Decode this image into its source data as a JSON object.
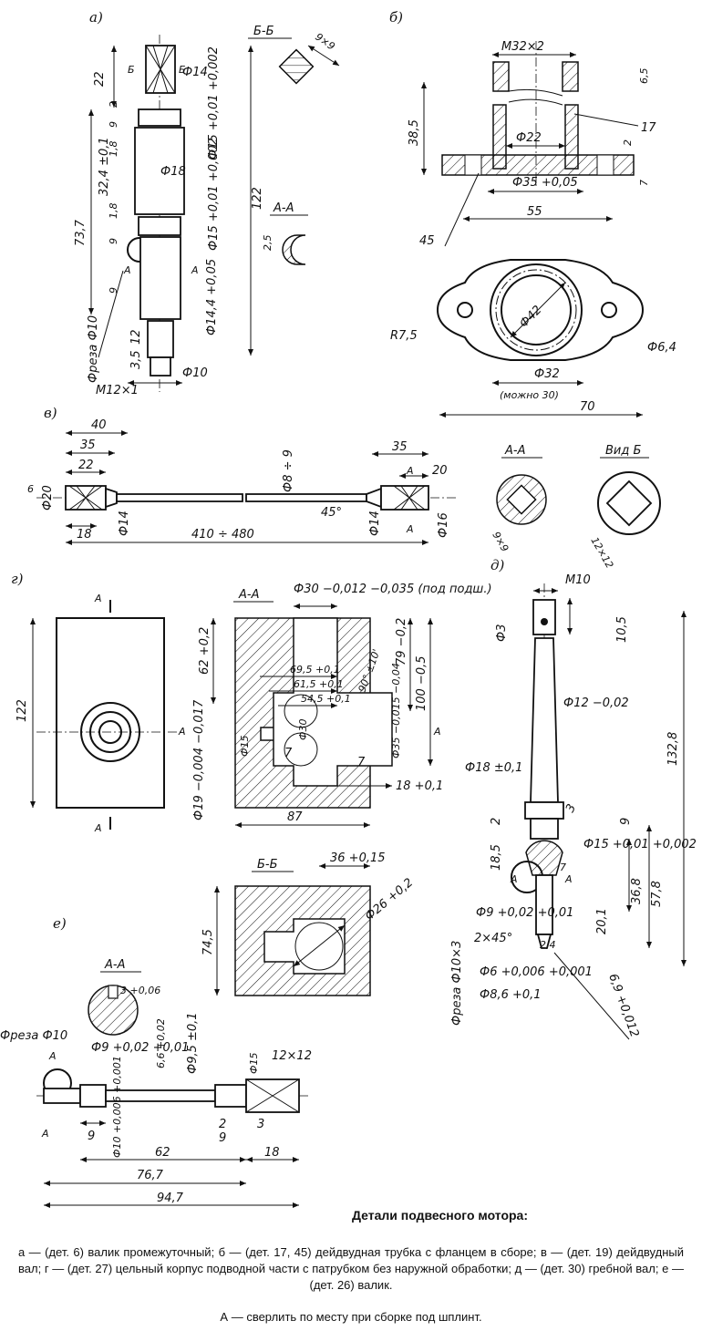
{
  "title": "Детали подвесного мотора:",
  "caption": "а — (дет. 6) валик промежуточный; б — (дет. 17, 45) дейдвудная трубка с фланцем в сборе; в — (дет. 19) дейдвудный вал; г — (дет. 27) цельный корпус подводной части с патрубком без наружной обработки; д — (дет. 30) гребной вал; е — (дет. 26) валик.",
  "note": "А — сверлить по месту при сборке под шплинт.",
  "letters": {
    "a": "а)",
    "b": "б)",
    "v": "в)",
    "g": "г)",
    "d": "д)",
    "e": "е)"
  },
  "sections": {
    "bb": "Б-Б",
    "aa": "А-А",
    "vid_b": "Вид Б"
  },
  "a": {
    "d14": "Ф14",
    "d15_top": "Ф15 +0,01 +0,002",
    "d18": "Ф18",
    "d15_mid": "Ф15 +0,01 +0,002",
    "d14_4": "Ф14,4 +0,05",
    "d10": "Ф10",
    "thread": "М12×1",
    "freza": "Фреза Ф10",
    "l22": "22",
    "l2": "2",
    "l9a": "9",
    "l1_8a": "1,8",
    "l32_4": "32,4 ±0,1",
    "l1_8b": "1,8",
    "l9b": "9",
    "l9c": "9",
    "l12": "12",
    "l3_5": "3,5",
    "l73_7": "73,7",
    "l122": "122",
    "sq": "9×9",
    "s2_5": "2,5",
    "mark_b": "Б",
    "mark_a": "А"
  },
  "b": {
    "thread": "М32×2",
    "d22": "Ф22",
    "d35": "Ф35 +0,05",
    "l55": "55",
    "l38_5": "38,5",
    "l6_5": "6,5",
    "l2": "2",
    "l7": "7",
    "p17": "17",
    "p45": "45",
    "d42": "Ф42",
    "d32": "Ф32",
    "mozhno": "(можно 30)",
    "r7_5": "R7,5",
    "d6_4": "Ф6,4",
    "l70": "70"
  },
  "v": {
    "l40": "40",
    "l35a": "35",
    "l22": "22",
    "l18": "18",
    "d20": "Ф20",
    "l6": "6",
    "d14a": "Ф14",
    "d8_9": "Ф8 ÷ 9",
    "l410": "410 ÷ 480",
    "a45": "45°",
    "l35b": "35",
    "l20": "20",
    "d14b": "Ф14",
    "d16": "Ф16",
    "sq9": "9×9",
    "sq12": "12×12",
    "mark_a": "А"
  },
  "g": {
    "l122": "122",
    "d30": "Ф30 −0,012 −0,035 (под подш.)",
    "l62": "62 +0,2",
    "l69_5": "69,5 +0,1",
    "l61_5": "61,5 +0,1",
    "l54_5": "54,5 +0,1",
    "l79": "79 −0,2",
    "l100": "100 −0,5",
    "a90": "90° ±10'",
    "d15": "Ф15",
    "d30b": "Ф30",
    "d35": "Ф35 −0,015 −0,04",
    "l7a": "7",
    "l7b": "7",
    "l18": "18 +0,1",
    "d19": "Ф19 −0,004 −0,017",
    "l87": "87",
    "l36": "36 +0,15",
    "d26": "Ф26 +0,2",
    "l74_5": "74,5",
    "mark_a": "А"
  },
  "d": {
    "thread": "М10",
    "d3": "Ф3",
    "l10_5": "10,5",
    "d12": "Ф12 −0,02",
    "d18": "Ф18 ±0,1",
    "l132_8": "132,8",
    "l9": "9",
    "l3": "3",
    "l2": "2",
    "d15": "Ф15 +0,01 +0,002",
    "l18_5": "18,5",
    "l7": "7",
    "l36_8": "36,8",
    "l57_8": "57,8",
    "d9": "Ф9 +0,02 +0,01",
    "l20_1": "20,1",
    "ch": "2×45°",
    "l2_4": "2,4",
    "d6": "Ф6 +0,006 +0,001",
    "d8_6": "Ф8,6 +0,1",
    "d6_9": "6,9 +0,012",
    "freza": "Фреза Ф10×3",
    "mark_a": "А"
  },
  "e": {
    "l3": "3 +0,06",
    "d9": "Ф9 +0,02 +0,01",
    "l6_6": "6,6 +0,02",
    "d9_5": "Ф9,5 ±0,1",
    "freza": "Фреза Ф10",
    "d15": "Ф15",
    "sq": "12×12",
    "l9a": "9",
    "d10": "Ф10 +0,006 +0,001",
    "l2": "2",
    "l9b": "9",
    "l3b": "3",
    "l62": "62",
    "l18": "18",
    "l76_7": "76,7",
    "l94_7": "94,7",
    "mark_a": "А"
  }
}
